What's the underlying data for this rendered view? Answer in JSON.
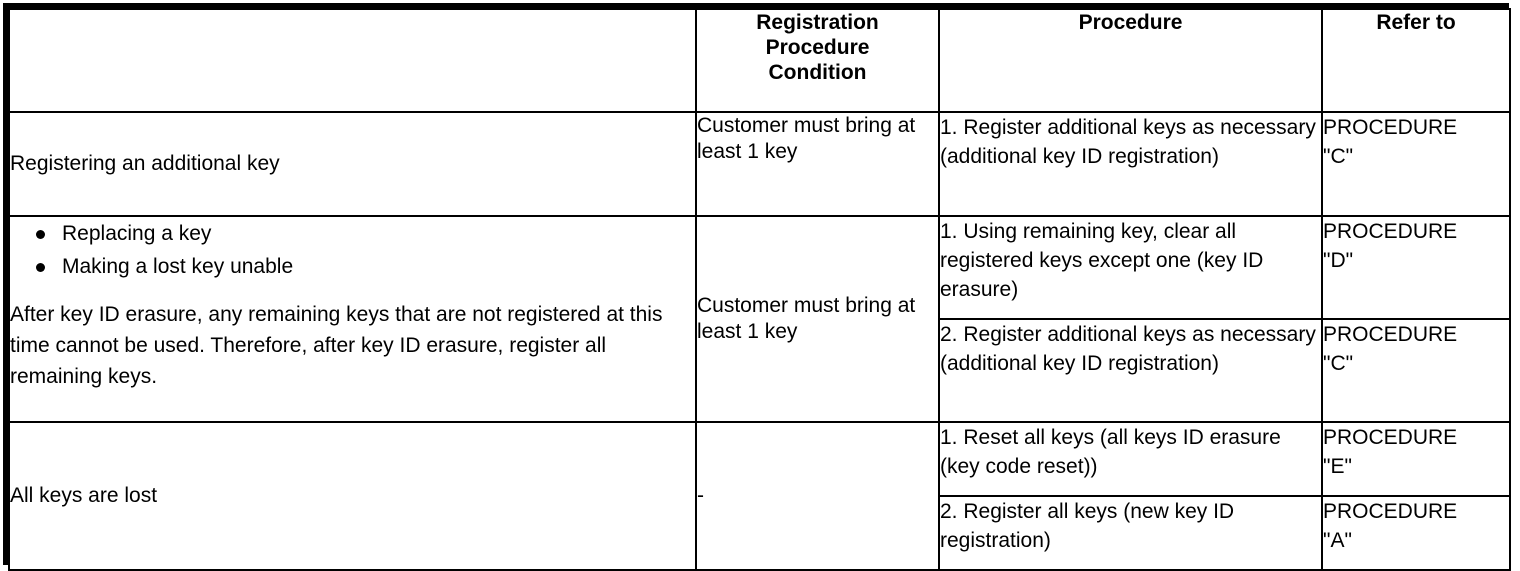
{
  "table": {
    "headers": {
      "case": "",
      "condition": "Registration\nProcedure\nCondition",
      "condition_line1": "Registration",
      "condition_line2": "Procedure",
      "condition_line3": "Condition",
      "procedure": "Procedure",
      "refer_to": "Refer to"
    },
    "rows": [
      {
        "case_text": "Registering an additional key",
        "condition": "Customer must bring at least 1 key",
        "steps": [
          {
            "procedure": "1. Register additional keys as necessary (additional key ID registration)",
            "refer_to_line1": "PROCEDURE",
            "refer_to_line2": "\"C\""
          }
        ]
      },
      {
        "bullets": [
          "Replacing a key",
          "Making a lost key unable"
        ],
        "note": "After key ID erasure, any remaining keys that are not registered at this time cannot be used. Therefore, after key ID erasure, register all remaining keys.",
        "condition": "Customer must bring at least 1 key",
        "steps": [
          {
            "procedure": "1. Using remaining key, clear all registered keys except one (key ID erasure)",
            "refer_to_line1": "PROCEDURE",
            "refer_to_line2": "\"D\""
          },
          {
            "procedure": "2. Register additional keys as necessary (additional key ID registration)",
            "refer_to_line1": "PROCEDURE",
            "refer_to_line2": "\"C\""
          }
        ]
      },
      {
        "case_text": "All keys are lost",
        "condition": "-",
        "steps": [
          {
            "procedure": "1. Reset all keys (all keys ID erasure (key code reset))",
            "refer_to_line1": "PROCEDURE",
            "refer_to_line2": "\"E\""
          },
          {
            "procedure": "2. Register all keys (new key ID registration)",
            "refer_to_line1": "PROCEDURE",
            "refer_to_line2": "\"A\""
          }
        ]
      }
    ]
  },
  "colors": {
    "border": "#000000",
    "text": "#000000",
    "background": "#ffffff"
  }
}
